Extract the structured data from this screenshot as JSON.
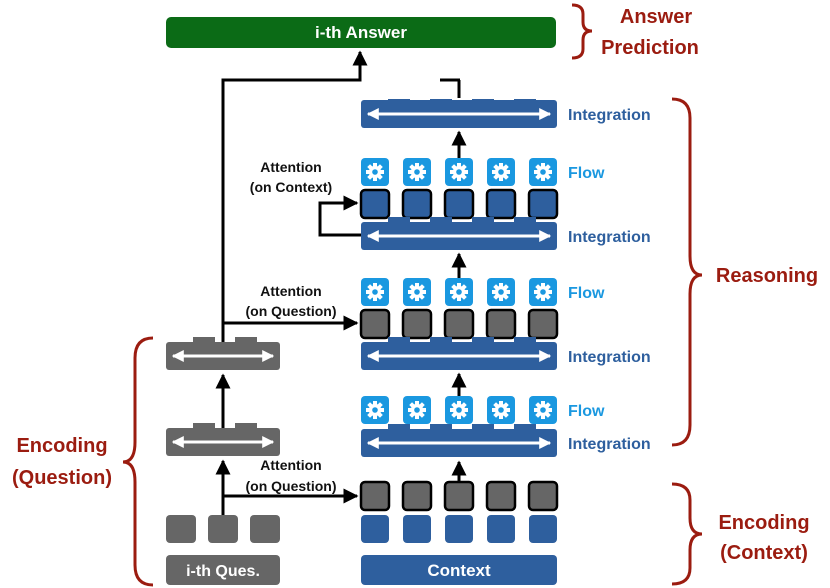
{
  "answer_box": {
    "label": "i-th Answer"
  },
  "question_box": {
    "label": "i-th Ques."
  },
  "context_box": {
    "label": "Context"
  },
  "layer_labels": {
    "integration": "Integration",
    "flow": "Flow"
  },
  "attention": {
    "on_context": [
      "Attention",
      "(on Context)"
    ],
    "on_question": [
      "Attention",
      "(on Question)"
    ]
  },
  "stage_labels": {
    "answer_prediction": [
      "Answer",
      "Prediction"
    ],
    "reasoning": "Reasoning",
    "encoding_question": [
      "Encoding",
      "(Question)"
    ],
    "encoding_context": [
      "Encoding",
      "(Context)"
    ]
  },
  "colors": {
    "answer_green": "#0b6b16",
    "context_blue": "#2e5f9e",
    "flow_sky": "#1a98e0",
    "question_gray": "#666666",
    "stage_red": "#9b1c10"
  }
}
